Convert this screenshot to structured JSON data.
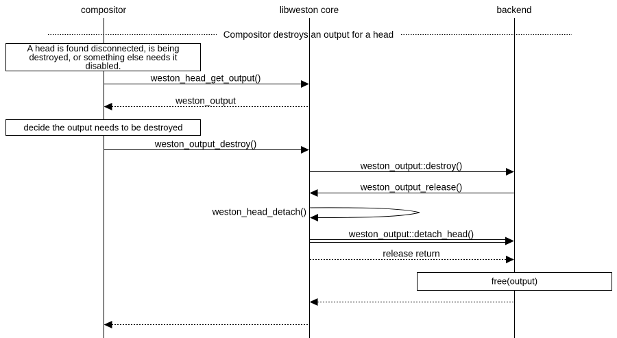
{
  "colors": {
    "background": "#ffffff",
    "line": "#000000",
    "text": "#000000"
  },
  "actors": [
    {
      "label": "compositor"
    },
    {
      "label": "libweston core"
    },
    {
      "label": "backend"
    }
  ],
  "divider": {
    "label": "Compositor destroys an output for a head"
  },
  "notes": [
    {
      "owner": "compositor",
      "lines": [
        "A head is found disconnected, is being",
        "destroyed, or something else needs it",
        "disabled."
      ]
    },
    {
      "owner": "compositor",
      "lines": [
        "decide the output needs to be destroyed"
      ]
    },
    {
      "owner": "backend",
      "lines": [
        "free(output)"
      ]
    }
  ],
  "messages": [
    {
      "label": "weston_head_get_output()",
      "from": "compositor",
      "to": "libweston core",
      "style": "solid"
    },
    {
      "label": "weston_output",
      "from": "libweston core",
      "to": "compositor",
      "style": "dashed-return"
    },
    {
      "label": "weston_output_destroy()",
      "from": "compositor",
      "to": "libweston core",
      "style": "solid"
    },
    {
      "label": "weston_output::destroy()",
      "from": "libweston core",
      "to": "backend",
      "style": "solid"
    },
    {
      "label": "weston_output_release()",
      "from": "backend",
      "to": "libweston core",
      "style": "solid"
    },
    {
      "label": "weston_head_detach()",
      "from": "libweston core",
      "to": "libweston core",
      "style": "self-loop"
    },
    {
      "label": "weston_output::detach_head()",
      "from": "libweston core",
      "to": "backend",
      "style": "double-line"
    },
    {
      "label": "release return",
      "from": "libweston core",
      "to": "backend",
      "style": "dashed-return"
    },
    {
      "label": "",
      "from": "backend",
      "to": "libweston core",
      "style": "dashed-return"
    },
    {
      "label": "",
      "from": "libweston core",
      "to": "compositor",
      "style": "dashed-return"
    }
  ]
}
